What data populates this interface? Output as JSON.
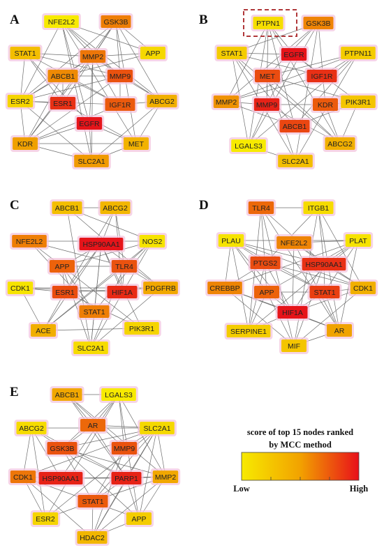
{
  "colors": {
    "low": "#f5e500",
    "mid": "#f0a500",
    "high": "#e8101a",
    "halo": "#f3c6dd",
    "highlight_box": "#b0383a"
  },
  "legend": {
    "title_line1": "score of top 15 nodes ranked",
    "title_line2": "by MCC method",
    "low_label": "Low",
    "high_label": "High"
  },
  "panels": [
    {
      "label": "A",
      "nodes": [
        {
          "id": "NFE2L2",
          "s": 0.0
        },
        {
          "id": "GSK3B",
          "s": 0.62
        },
        {
          "id": "STAT1",
          "s": 0.3
        },
        {
          "id": "MMP2",
          "s": 0.65
        },
        {
          "id": "APP",
          "s": 0.12
        },
        {
          "id": "ABCB1",
          "s": 0.58
        },
        {
          "id": "MMP9",
          "s": 0.78
        },
        {
          "id": "ESR2",
          "s": 0.15
        },
        {
          "id": "ESR1",
          "s": 0.9
        },
        {
          "id": "IGF1R",
          "s": 0.75
        },
        {
          "id": "ABCG2",
          "s": 0.4
        },
        {
          "id": "EGFR",
          "s": 1.0
        },
        {
          "id": "KDR",
          "s": 0.5
        },
        {
          "id": "MET",
          "s": 0.38
        },
        {
          "id": "SLC2A1",
          "s": 0.52
        }
      ]
    },
    {
      "label": "B",
      "nodes": [
        {
          "id": "PTPN1",
          "s": 0.08
        },
        {
          "id": "GSK3B",
          "s": 0.6
        },
        {
          "id": "STAT1",
          "s": 0.2
        },
        {
          "id": "EGFR",
          "s": 1.0
        },
        {
          "id": "PTPN11",
          "s": 0.2
        },
        {
          "id": "MET",
          "s": 0.8
        },
        {
          "id": "IGF1R",
          "s": 0.9
        },
        {
          "id": "MMP2",
          "s": 0.55
        },
        {
          "id": "MMP9",
          "s": 0.95
        },
        {
          "id": "KDR",
          "s": 0.75
        },
        {
          "id": "PIK3R1",
          "s": 0.25
        },
        {
          "id": "ABCB1",
          "s": 0.82
        },
        {
          "id": "LGALS3",
          "s": 0.0
        },
        {
          "id": "ABCG2",
          "s": 0.4
        },
        {
          "id": "SLC2A1",
          "s": 0.3
        }
      ]
    },
    {
      "label": "C",
      "nodes": [
        {
          "id": "ABCB1",
          "s": 0.3
        },
        {
          "id": "ABCG2",
          "s": 0.35
        },
        {
          "id": "NFE2L2",
          "s": 0.62
        },
        {
          "id": "HSP90AA1",
          "s": 1.0
        },
        {
          "id": "NOS2",
          "s": 0.05
        },
        {
          "id": "APP",
          "s": 0.72
        },
        {
          "id": "TLR4",
          "s": 0.78
        },
        {
          "id": "CDK1",
          "s": 0.05
        },
        {
          "id": "ESR1",
          "s": 0.8
        },
        {
          "id": "HIF1A",
          "s": 0.92
        },
        {
          "id": "PDGFRB",
          "s": 0.45
        },
        {
          "id": "STAT1",
          "s": 0.62
        },
        {
          "id": "ACE",
          "s": 0.4
        },
        {
          "id": "PIK3R1",
          "s": 0.15
        },
        {
          "id": "SLC2A1",
          "s": 0.1
        }
      ]
    },
    {
      "label": "D",
      "nodes": [
        {
          "id": "TLR4",
          "s": 0.7
        },
        {
          "id": "ITGB1",
          "s": 0.1
        },
        {
          "id": "PLAU",
          "s": 0.05
        },
        {
          "id": "NFE2L2",
          "s": 0.6
        },
        {
          "id": "PLAT",
          "s": 0.05
        },
        {
          "id": "PTGS2",
          "s": 0.8
        },
        {
          "id": "HSP90AA1",
          "s": 0.9
        },
        {
          "id": "CREBBP",
          "s": 0.6
        },
        {
          "id": "APP",
          "s": 0.72
        },
        {
          "id": "STAT1",
          "s": 0.85
        },
        {
          "id": "CDK1",
          "s": 0.4
        },
        {
          "id": "HIF1A",
          "s": 1.0
        },
        {
          "id": "SERPINE1",
          "s": 0.2
        },
        {
          "id": "AR",
          "s": 0.48
        },
        {
          "id": "MIF",
          "s": 0.25
        }
      ]
    },
    {
      "label": "E",
      "nodes": [
        {
          "id": "ABCB1",
          "s": 0.45
        },
        {
          "id": "LGALS3",
          "s": 0.0
        },
        {
          "id": "AR",
          "s": 0.7
        },
        {
          "id": "ABCG2",
          "s": 0.1
        },
        {
          "id": "SLC2A1",
          "s": 0.12
        },
        {
          "id": "GSK3B",
          "s": 0.78
        },
        {
          "id": "MMP9",
          "s": 0.78
        },
        {
          "id": "CDK1",
          "s": 0.65
        },
        {
          "id": "HSP90AA1",
          "s": 0.95
        },
        {
          "id": "PARP1",
          "s": 0.95
        },
        {
          "id": "MMP2",
          "s": 0.45
        },
        {
          "id": "STAT1",
          "s": 0.75
        },
        {
          "id": "ESR2",
          "s": 0.15
        },
        {
          "id": "APP",
          "s": 0.2
        },
        {
          "id": "HDAC2",
          "s": 0.35
        }
      ]
    }
  ]
}
